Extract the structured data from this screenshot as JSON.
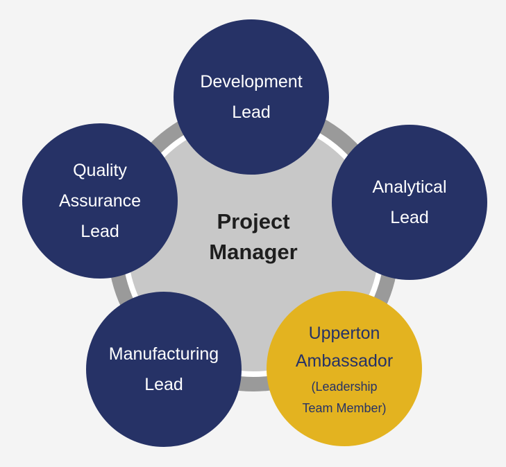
{
  "center": {
    "line1": "Project",
    "line2": "Manager"
  },
  "nodes": {
    "development": {
      "line1": "Development",
      "line2": "Lead"
    },
    "analytical": {
      "line1": "Analytical",
      "line2": "Lead"
    },
    "quality": {
      "line1": "Quality",
      "line2": "Assurance",
      "line3": "Lead"
    },
    "manufacturing": {
      "line1": "Manufacturing",
      "line2": "Lead"
    },
    "ambassador": {
      "line1": "Upperton",
      "line2": "Ambassador",
      "sub1": "(Leadership",
      "sub2": "Team Member)"
    }
  },
  "colors": {
    "navy": "#263266",
    "gold": "#e3b320",
    "ring": "#9a9a9a",
    "core": "#c8c8c8",
    "background": "#f4f4f4"
  }
}
